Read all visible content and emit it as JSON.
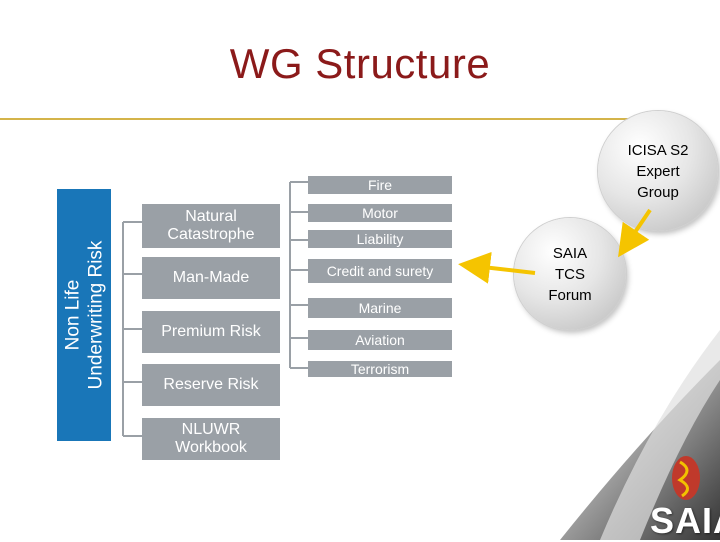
{
  "title": "WG Structure",
  "side_label": {
    "line1": "Non Life",
    "line2": "Underwriting Risk"
  },
  "left_boxes": [
    {
      "label": "Natural Catastrophe"
    },
    {
      "label": "Man-Made"
    },
    {
      "label": "Premium Risk"
    },
    {
      "label": "Reserve Risk"
    },
    {
      "label": "NLUWR Workbook"
    }
  ],
  "right_boxes": [
    {
      "label": "Fire"
    },
    {
      "label": "Motor"
    },
    {
      "label": "Liability"
    },
    {
      "label": "Credit and surety"
    },
    {
      "label": "Marine"
    },
    {
      "label": "Aviation"
    },
    {
      "label": "Terrorism"
    }
  ],
  "circles": {
    "icisa": "ICISA S2 Expert Group",
    "saia_tcs": "SAIA TCS Forum"
  },
  "logo": {
    "text": "SAIA"
  },
  "colors": {
    "title": "#8b1a1a",
    "accent_rule": "#d4b44a",
    "side_label_bg": "#1976b8",
    "box_bg": "#9aa0a6",
    "arrow": "#f5c400",
    "logo_red": "#c0392b"
  }
}
